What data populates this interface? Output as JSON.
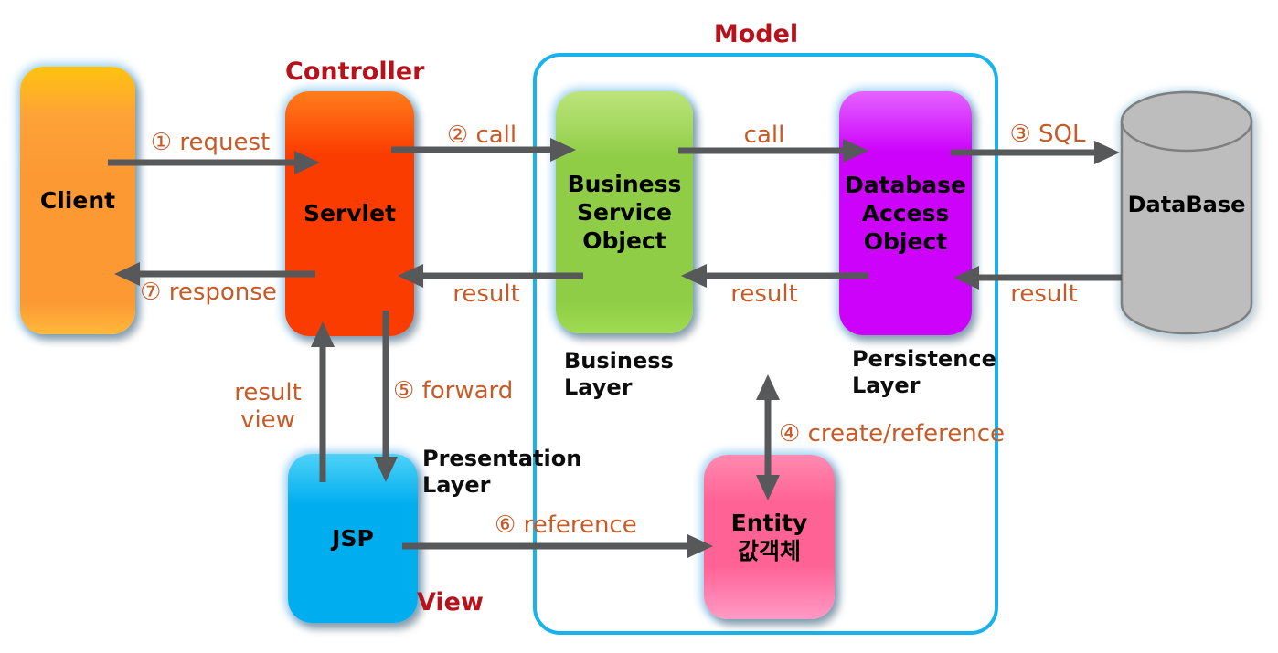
{
  "diagram": {
    "headings": {
      "model": "Model",
      "controller": "Controller",
      "view": "View"
    },
    "nodes": {
      "client": "Client",
      "servlet": "Servlet",
      "business_service_object": "Business\nService\nObject",
      "database_access_object": "Database\nAccess\nObject",
      "database": "DataBase",
      "jsp": "JSP",
      "entity": "Entity\n값객체"
    },
    "layers": {
      "business": "Business\nLayer",
      "persistence": "Persistence\nLayer",
      "presentation": "Presentation\nLayer"
    },
    "flows": {
      "request": "① request",
      "call_servlet": "② call",
      "call_dao": "call",
      "sql": "③ SQL",
      "create_reference": "④ create/reference",
      "forward": "⑤ forward",
      "reference": "⑥ reference",
      "response": "⑦ response",
      "result_to_servlet": "result",
      "result_to_bso": "result",
      "result_to_dao": "result",
      "result_view": "result\nview"
    },
    "colors": {
      "client": "#fc9933",
      "servlet": "#fb3c00",
      "business_service_object": "#8ecd45",
      "database_access_object": "#cd02fb",
      "database": "#bdbdbd",
      "jsp": "#00aeef",
      "entity": "#ff6396",
      "model_border": "#1ab2ed",
      "heading": "#b5121b",
      "flow_label": "#c75b28",
      "arrow": "#57585a"
    }
  }
}
